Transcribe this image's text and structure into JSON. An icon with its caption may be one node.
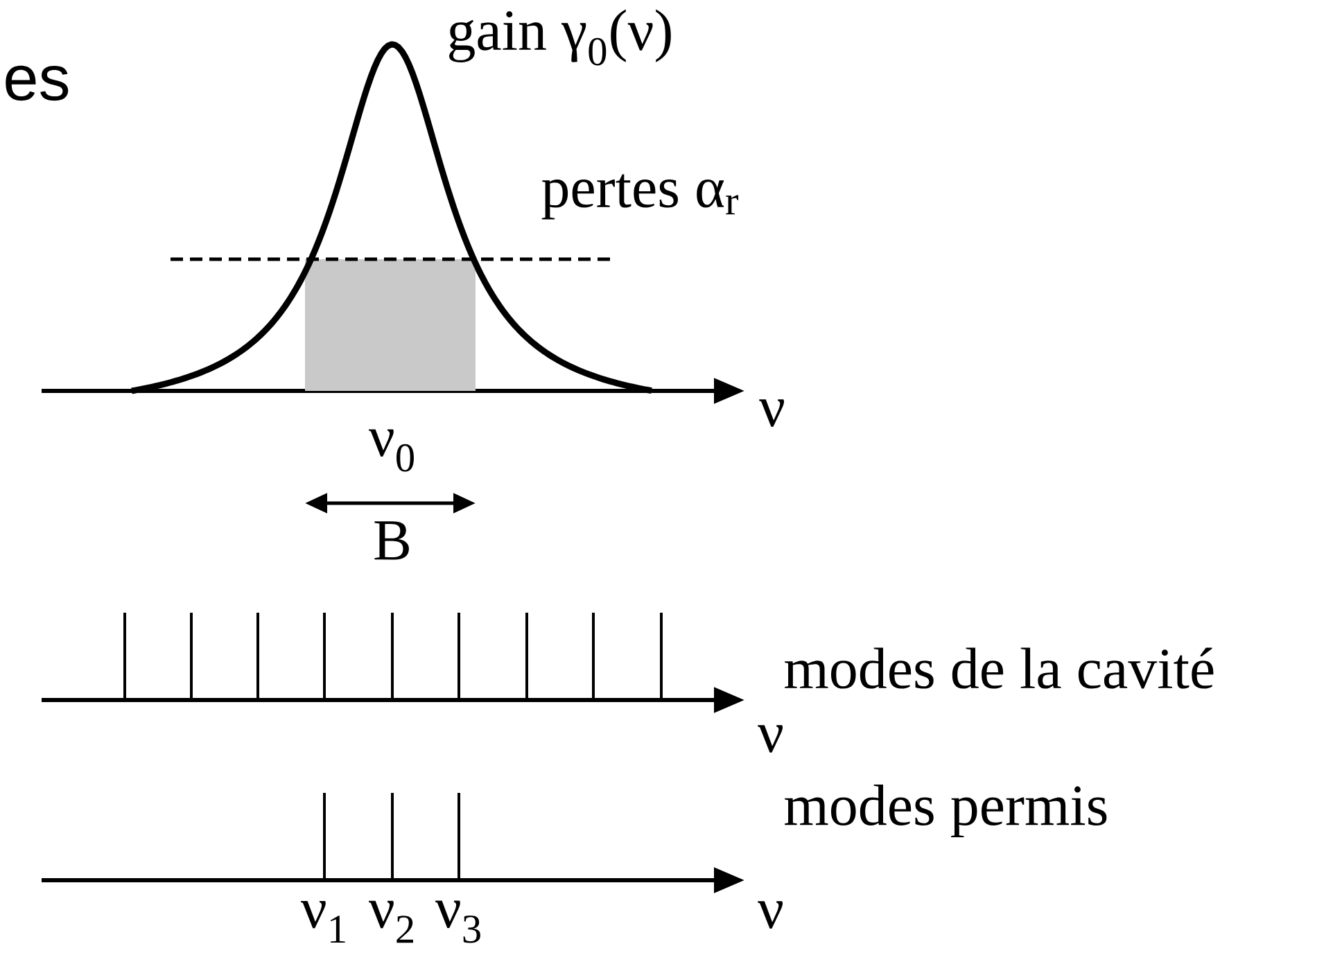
{
  "diagram": {
    "labels": [
      "es",
      "gain γ$_{0}$(ν)",
      "pertes α$_{r}$",
      "ν",
      "ν$_{0}$",
      "B",
      "modes de la cavité",
      "ν",
      "modes permis",
      "ν$_{1}$",
      "ν$_{2}$",
      "ν$_{3}$",
      "ν"
    ]
  }
}
